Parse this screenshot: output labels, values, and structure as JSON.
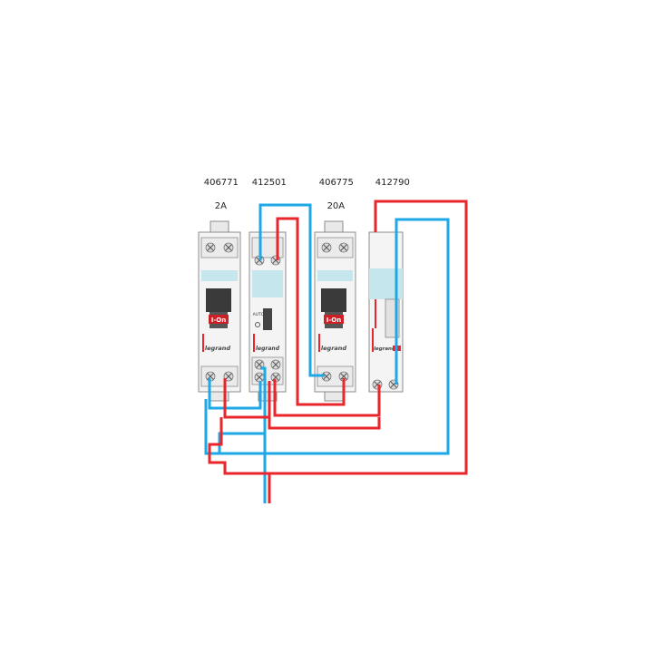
{
  "modules": [
    {
      "reference": "406771",
      "rating": "2A",
      "kind": "circuit-breaker",
      "handle_label": "I-On",
      "brand": "legrand"
    },
    {
      "reference": "412501",
      "rating": "",
      "kind": "remote-control-switch",
      "switch_label": "AUTO",
      "brand": "legrand"
    },
    {
      "reference": "406775",
      "rating": "20A",
      "kind": "circuit-breaker",
      "handle_label": "I-On",
      "brand": "legrand"
    },
    {
      "reference": "412790",
      "rating": "",
      "kind": "timer-module",
      "brand": "legrand"
    }
  ],
  "colors": {
    "phase": "#e8262c",
    "neutral": "#1ea8e6",
    "module_body": "#f4f4f4",
    "module_edge": "#8c8c8c",
    "window": "#c6e6ee",
    "handle": "#3a3a3a",
    "handle_label": "#cc1f26"
  },
  "icons": [
    "screw-terminal-icon",
    "din-clip-icon",
    "breaker-handle-icon"
  ]
}
